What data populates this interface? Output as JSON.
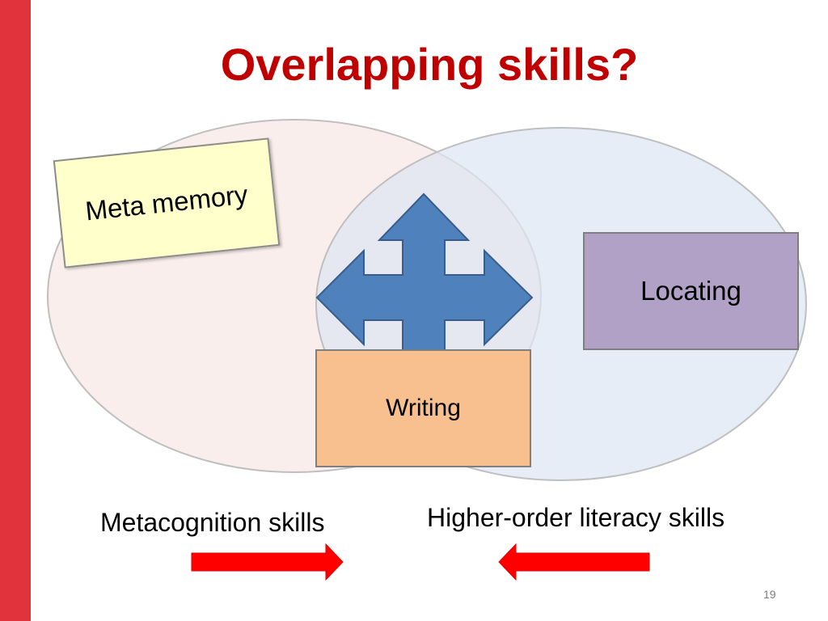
{
  "slide": {
    "title": "Overlapping skills?",
    "page_number": "19"
  },
  "diagram": {
    "left_circle_label": "Metacognition skills",
    "right_circle_label": "Higher-order literacy skills",
    "boxes": {
      "meta_memory": "Meta memory",
      "locating": "Locating",
      "writing": "Writing"
    },
    "arrows": {
      "left_direction": "right",
      "right_direction": "left",
      "center": "four-way"
    },
    "colors": {
      "accent": "#e0333c",
      "title": "#c00000",
      "left_circle_fill": "#f9ecea",
      "right_circle_fill": "#e3ebf5",
      "four_way_arrow": "#4f81bd",
      "red_arrows": "#ff0000",
      "sticky_note": "#ffffcc",
      "locating_box": "#b2a1c7",
      "writing_box": "#f9c08f"
    }
  }
}
